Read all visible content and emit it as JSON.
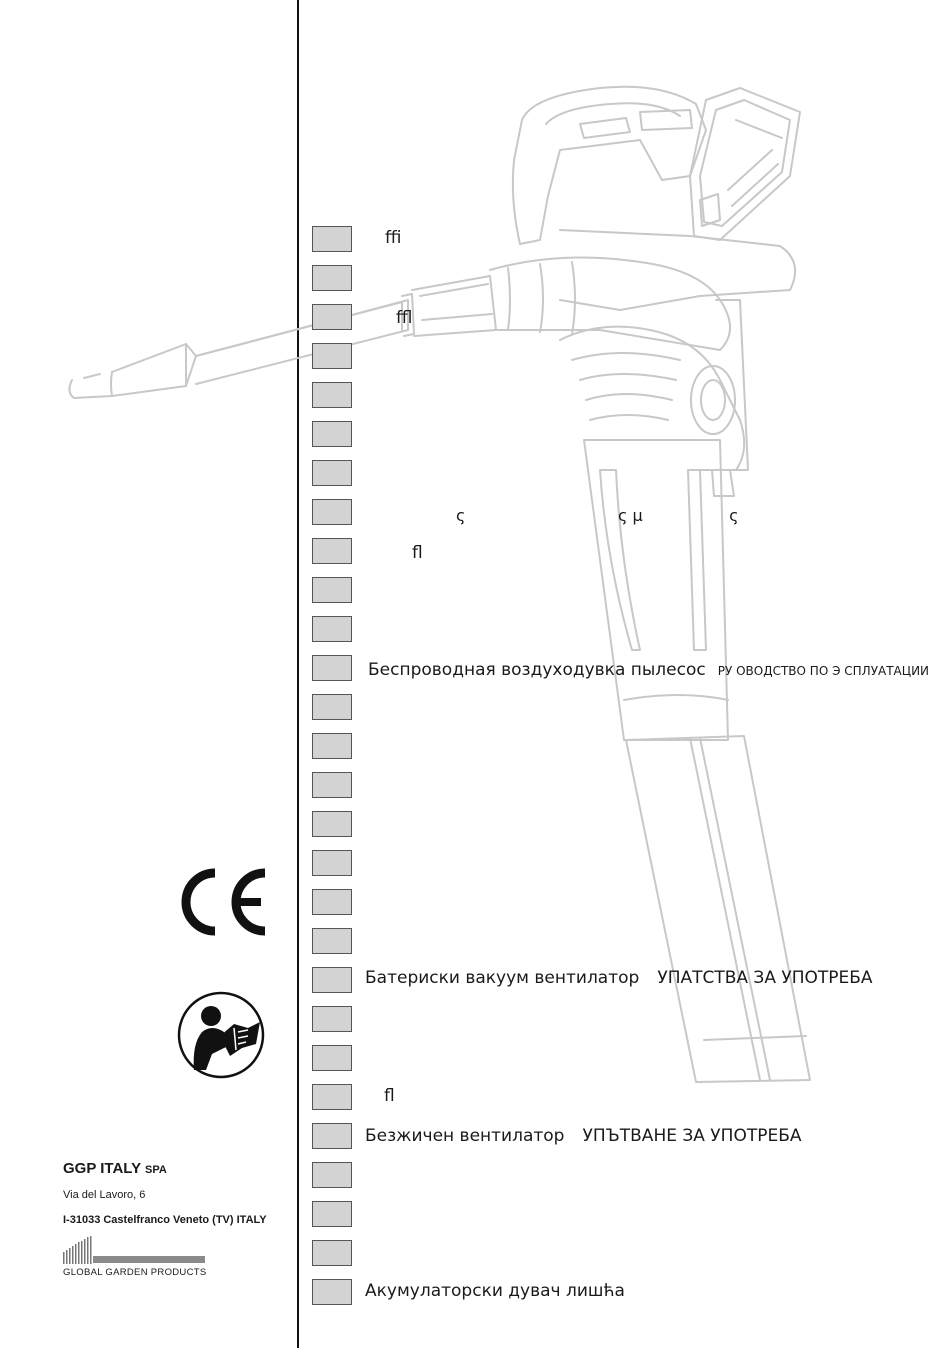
{
  "languages": [
    {
      "text": "ﬃ"
    },
    {
      "text": ""
    },
    {
      "text": "ﬄ"
    },
    {
      "text": ""
    },
    {
      "text": ""
    },
    {
      "text": ""
    },
    {
      "text": ""
    },
    {
      "text": "ς                              ς μ                 ς"
    },
    {
      "text": "ﬂ"
    },
    {
      "text": ""
    },
    {
      "text": ""
    },
    {
      "text": "Беспроводная воздуходувка пылесос",
      "sub": "РУ ОВОДСТВО ПО Э СПЛУАТАЦИИ"
    },
    {
      "text": ""
    },
    {
      "text": ""
    },
    {
      "text": ""
    },
    {
      "text": ""
    },
    {
      "text": ""
    },
    {
      "text": ""
    },
    {
      "text": ""
    },
    {
      "text": "Батериски вакуум вентилатор",
      "sub": "УПАТСТВА ЗА УПОТРЕБА"
    },
    {
      "text": ""
    },
    {
      "text": ""
    },
    {
      "text": "ﬂ"
    },
    {
      "text": "Безжичен вентилатор",
      "sub": "УПЪТВАНЕ ЗА УПОТРЕБА"
    },
    {
      "text": ""
    },
    {
      "text": ""
    },
    {
      "text": ""
    },
    {
      "text": "Акумулаторски дувач лишћа"
    }
  ],
  "company": {
    "name": "GGP ITALY",
    "suffix": "SPA",
    "address": "Via del Lavoro, 6",
    "city": "I-31033 Castelfranco Veneto (TV) ITALY",
    "logo_text": "GLOBAL GARDEN PRODUCTS"
  },
  "icons": {
    "ce": "ce-mark-icon",
    "manual": "read-manual-icon",
    "product": "leaf-blower-illustration"
  }
}
